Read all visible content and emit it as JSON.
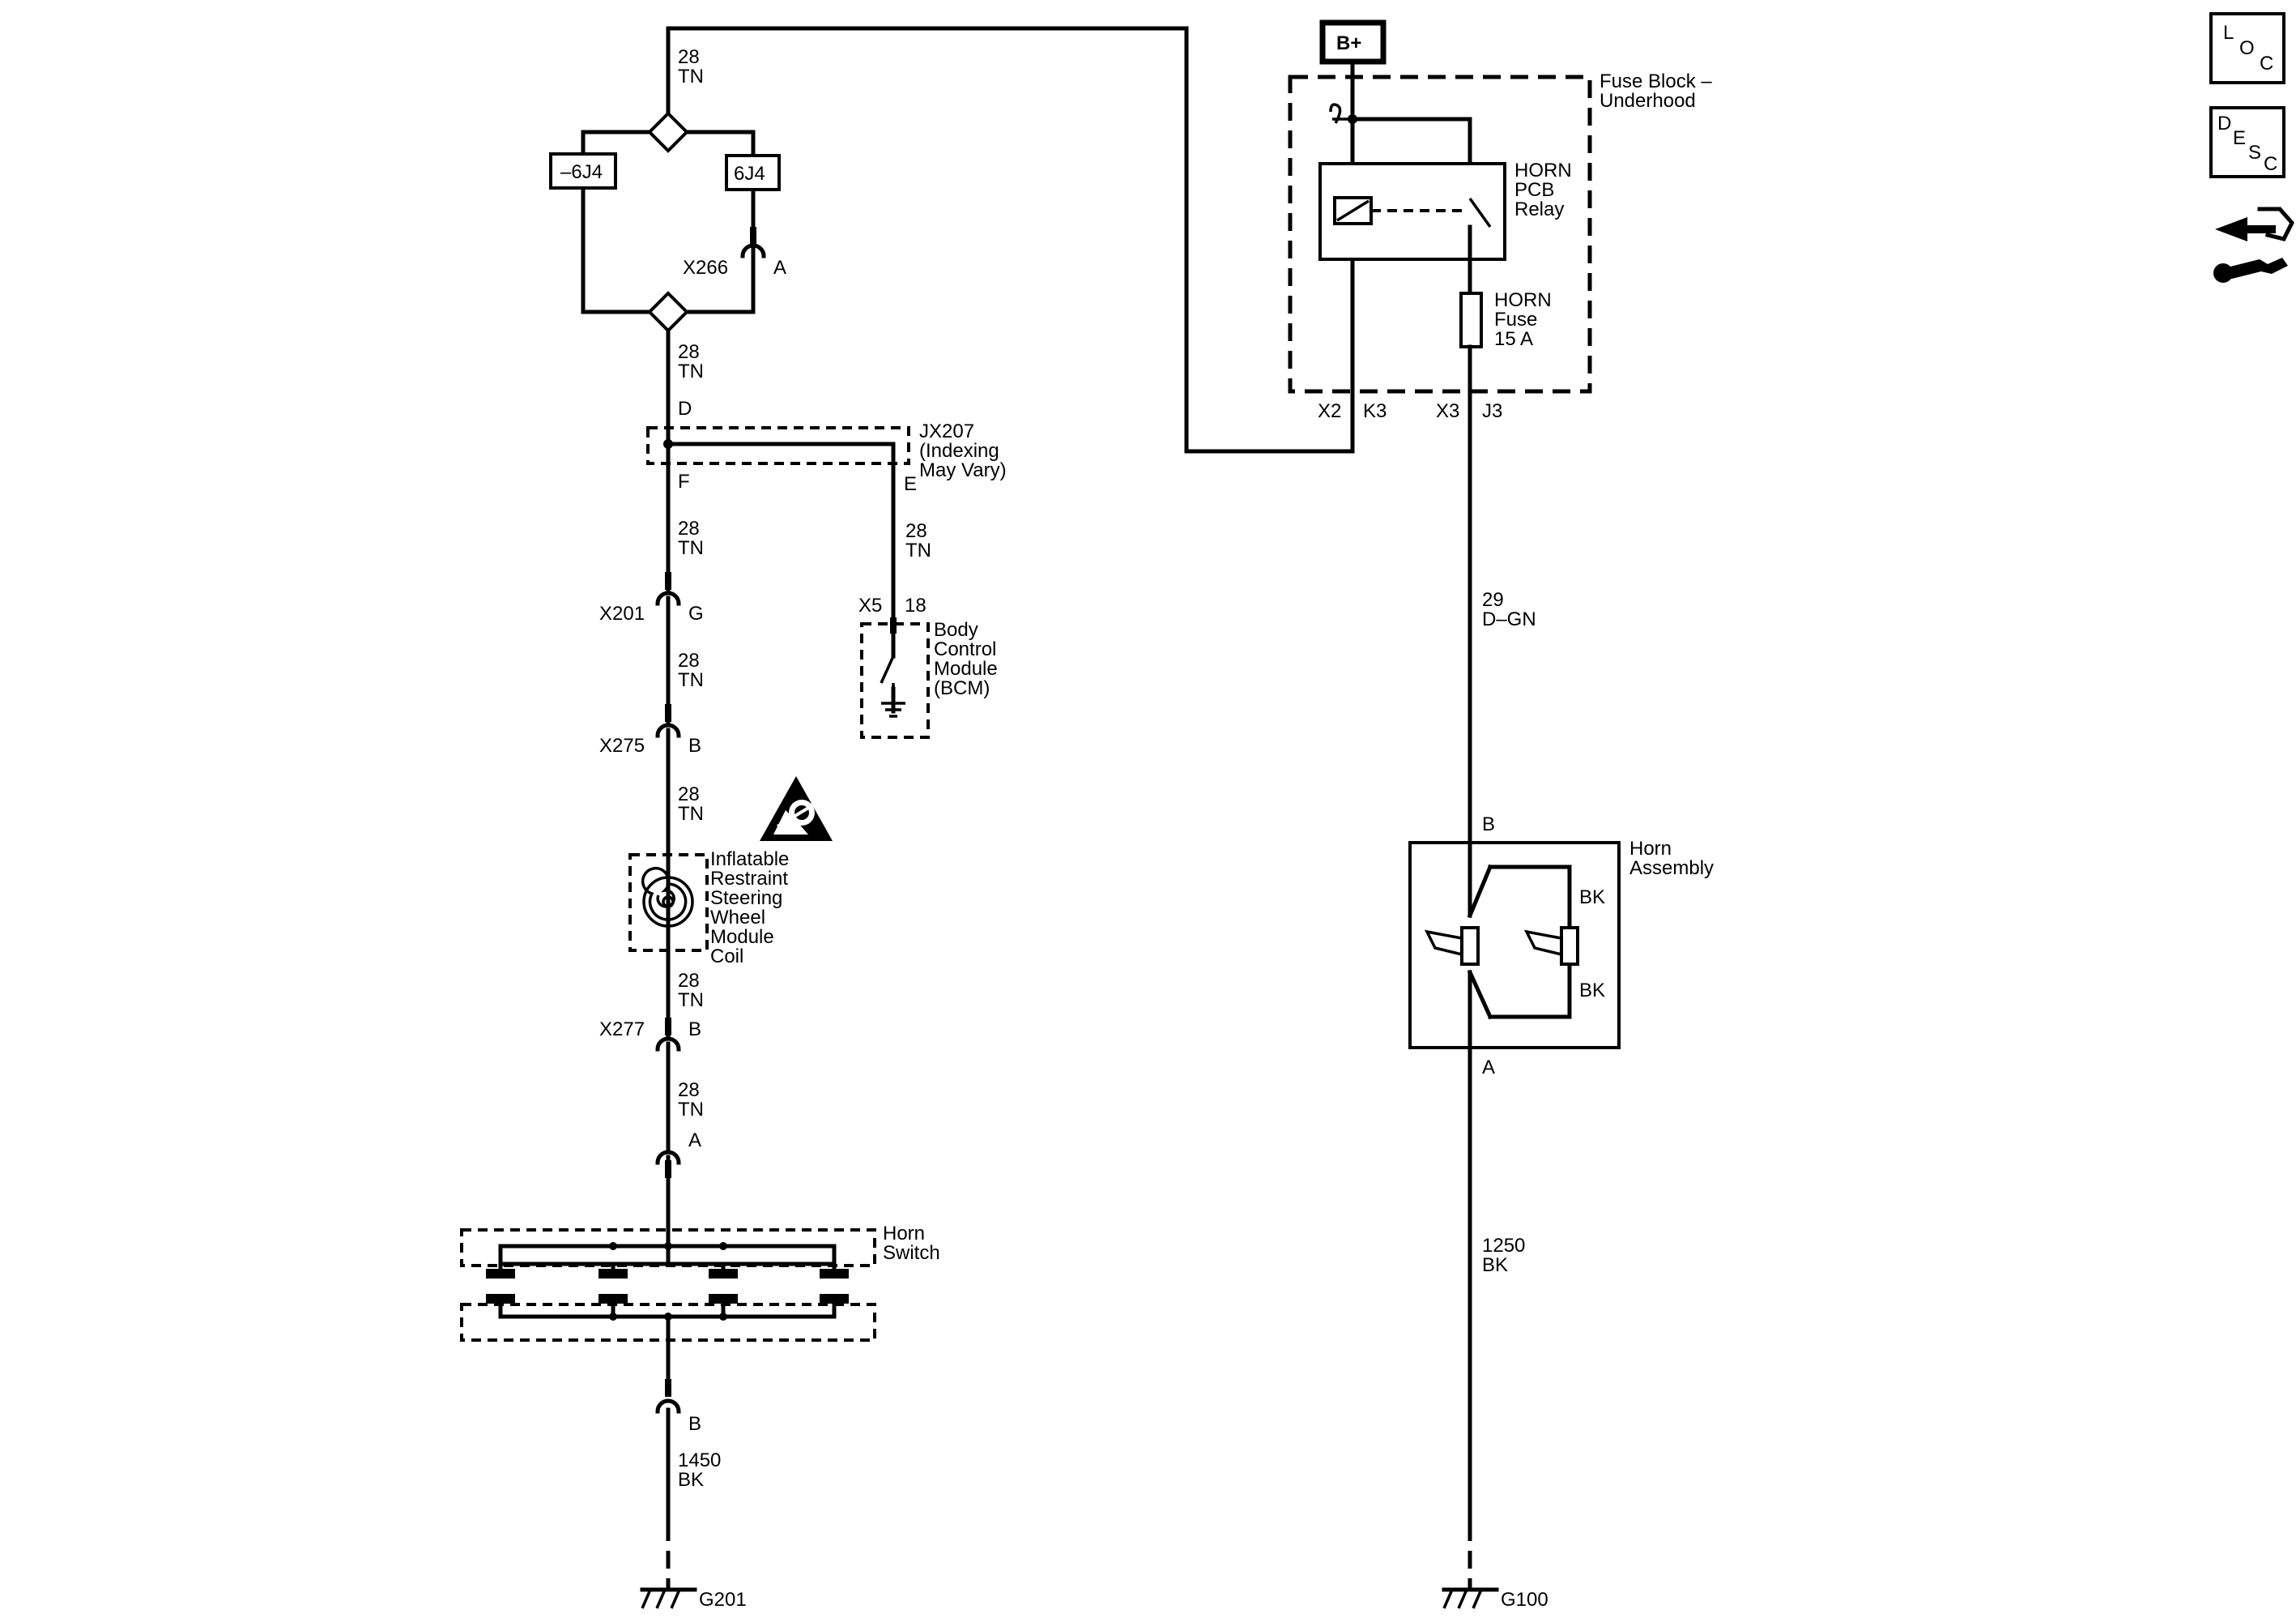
{
  "wires": {
    "tn_top": "28\nTN",
    "tn_after_split": "28\nTN",
    "tn_after_jx": "28\nTN",
    "tn_bcm": "28\nTN",
    "tn_after_x201": "28\nTN",
    "tn_after_x275": "28\nTN",
    "tn_after_coil": "28\nTN",
    "tn_after_x277": "28\nTN",
    "dgn": "29\nD–GN",
    "bk_left": "1450\nBK",
    "bk_right": "1250\nBK"
  },
  "options": {
    "neg": "–6J4",
    "pos": "6J4"
  },
  "connectors": {
    "x266": "X266",
    "x266_pin": "A",
    "x201": "X201",
    "x201_pin": "G",
    "x275": "X275",
    "x275_pin": "B",
    "x277": "X277",
    "x277_pin": "B",
    "horn_switch_top_pin": "A",
    "horn_switch_bottom_pin": "B",
    "x5": "X5",
    "x5_pin": "18",
    "x2": "X2",
    "x2_pin": "K3",
    "x3": "X3",
    "x3_pin": "J3",
    "horn_pin_top": "B",
    "horn_pin_bottom": "A"
  },
  "splice": {
    "name": "JX207\n(Indexing\nMay Vary)",
    "pin_d": "D",
    "pin_f": "F",
    "pin_e": "E"
  },
  "components": {
    "bcm": "Body\nControl\nModule\n(BCM)",
    "coil": "Inflatable\nRestraint\nSteering\nWheel\nModule\nCoil",
    "horn_switch": "Horn\nSwitch",
    "fuse_block": "Fuse Block –\nUnderhood",
    "relay": "HORN\nPCB\nRelay",
    "fuse": "HORN\nFuse\n15 A",
    "horn": "Horn\nAssembly",
    "horn_bk_top": "BK",
    "horn_bk_bottom": "BK",
    "bplus": "B+"
  },
  "grounds": {
    "g201": "G201",
    "g100": "G100"
  },
  "side_icons": {
    "loc": [
      "L",
      "O",
      "C"
    ],
    "desc": [
      "D",
      "E",
      "S",
      "C"
    ],
    "tool": "connector-repair-icon"
  },
  "icons": {
    "airbag_warning": "airbag-warning-icon",
    "ground": "ground-symbol-icon"
  }
}
